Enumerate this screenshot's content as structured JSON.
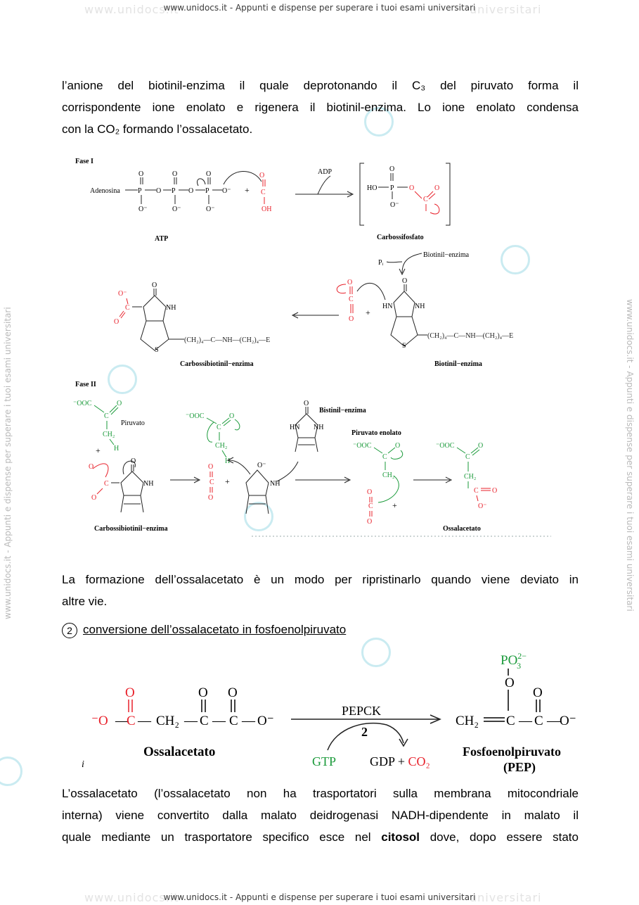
{
  "watermark": {
    "text": "www.unidocs.it - Appunti e dispense per superare i tuoi esami universitari",
    "ghost_left": "www.unidocs.it",
    "ghost_right": "universitari",
    "diag": "www.unidocs.it"
  },
  "paragraphs": {
    "p1_line1": "l’anione del biotinil-enzima il quale deprotonando il C₃ del piruvato forma il",
    "p1_line2": "corrispondente ione enolato e rigenera il biotinil-enzima. Lo ione enolato condensa",
    "p1_line3": "con la CO₂ formando l’ossalacetato.",
    "p2_line1": "La formazione dell’ossalacetato è un modo per ripristinarlo quando viene deviato in",
    "p2_line2": "altre vie.",
    "p3_line1": "L’ossalacetato (l’ossalacetato non ha trasportatori sulla membrana mitocondriale",
    "p3_line2": "interna) viene convertito dalla malato deidrogenasi NADH-dipendente in malato il",
    "p3_line3_a": "quale mediante un trasportatore specifico esce nel ",
    "p3_line3_bold": "citosol",
    "p3_line3_b": " dove, dopo essere stato"
  },
  "heading": {
    "number": "2",
    "text": "conversione dell’ossalacetato in fosfoenolpiruvato"
  },
  "figure1": {
    "fase1": "Fase I",
    "fase2": "Fase II",
    "adenosina": "Adenosina",
    "atp": "ATP",
    "adp": "ADP",
    "carbossifosfato": "Carbossifosfato",
    "pi": "Pᵢ",
    "biotinil_enzima": "Biotinil−enzima",
    "carbossibiotinil_enzima": "Carbossibiotinil−enzima",
    "piruvato": "Piruvato",
    "piruvato_enolato": "Piruvato enolato",
    "ossalacetato": "Ossalacetato",
    "chain": "(CH₂)₄—C—NH—(CH₂)₄—E",
    "oh": "OH",
    "ho": "HO",
    "nh": "NH",
    "hn": "HN",
    "s": "S"
  },
  "figure2": {
    "enzyme": "PEPCK",
    "step": "2",
    "gtp": "GTP",
    "gdp": "GDP + ",
    "co2": "CO₂",
    "oxaloacetate": "Ossalacetato",
    "pep_name": "Fosfoenolpiruvato",
    "pep_abbr": "(PEP)",
    "po3": "PO",
    "ch2_left": "CH₂",
    "ch2_right": "CH₂"
  },
  "colors": {
    "red": "#e8202a",
    "green": "#1a9a3a",
    "blue": "#4a63c8"
  }
}
